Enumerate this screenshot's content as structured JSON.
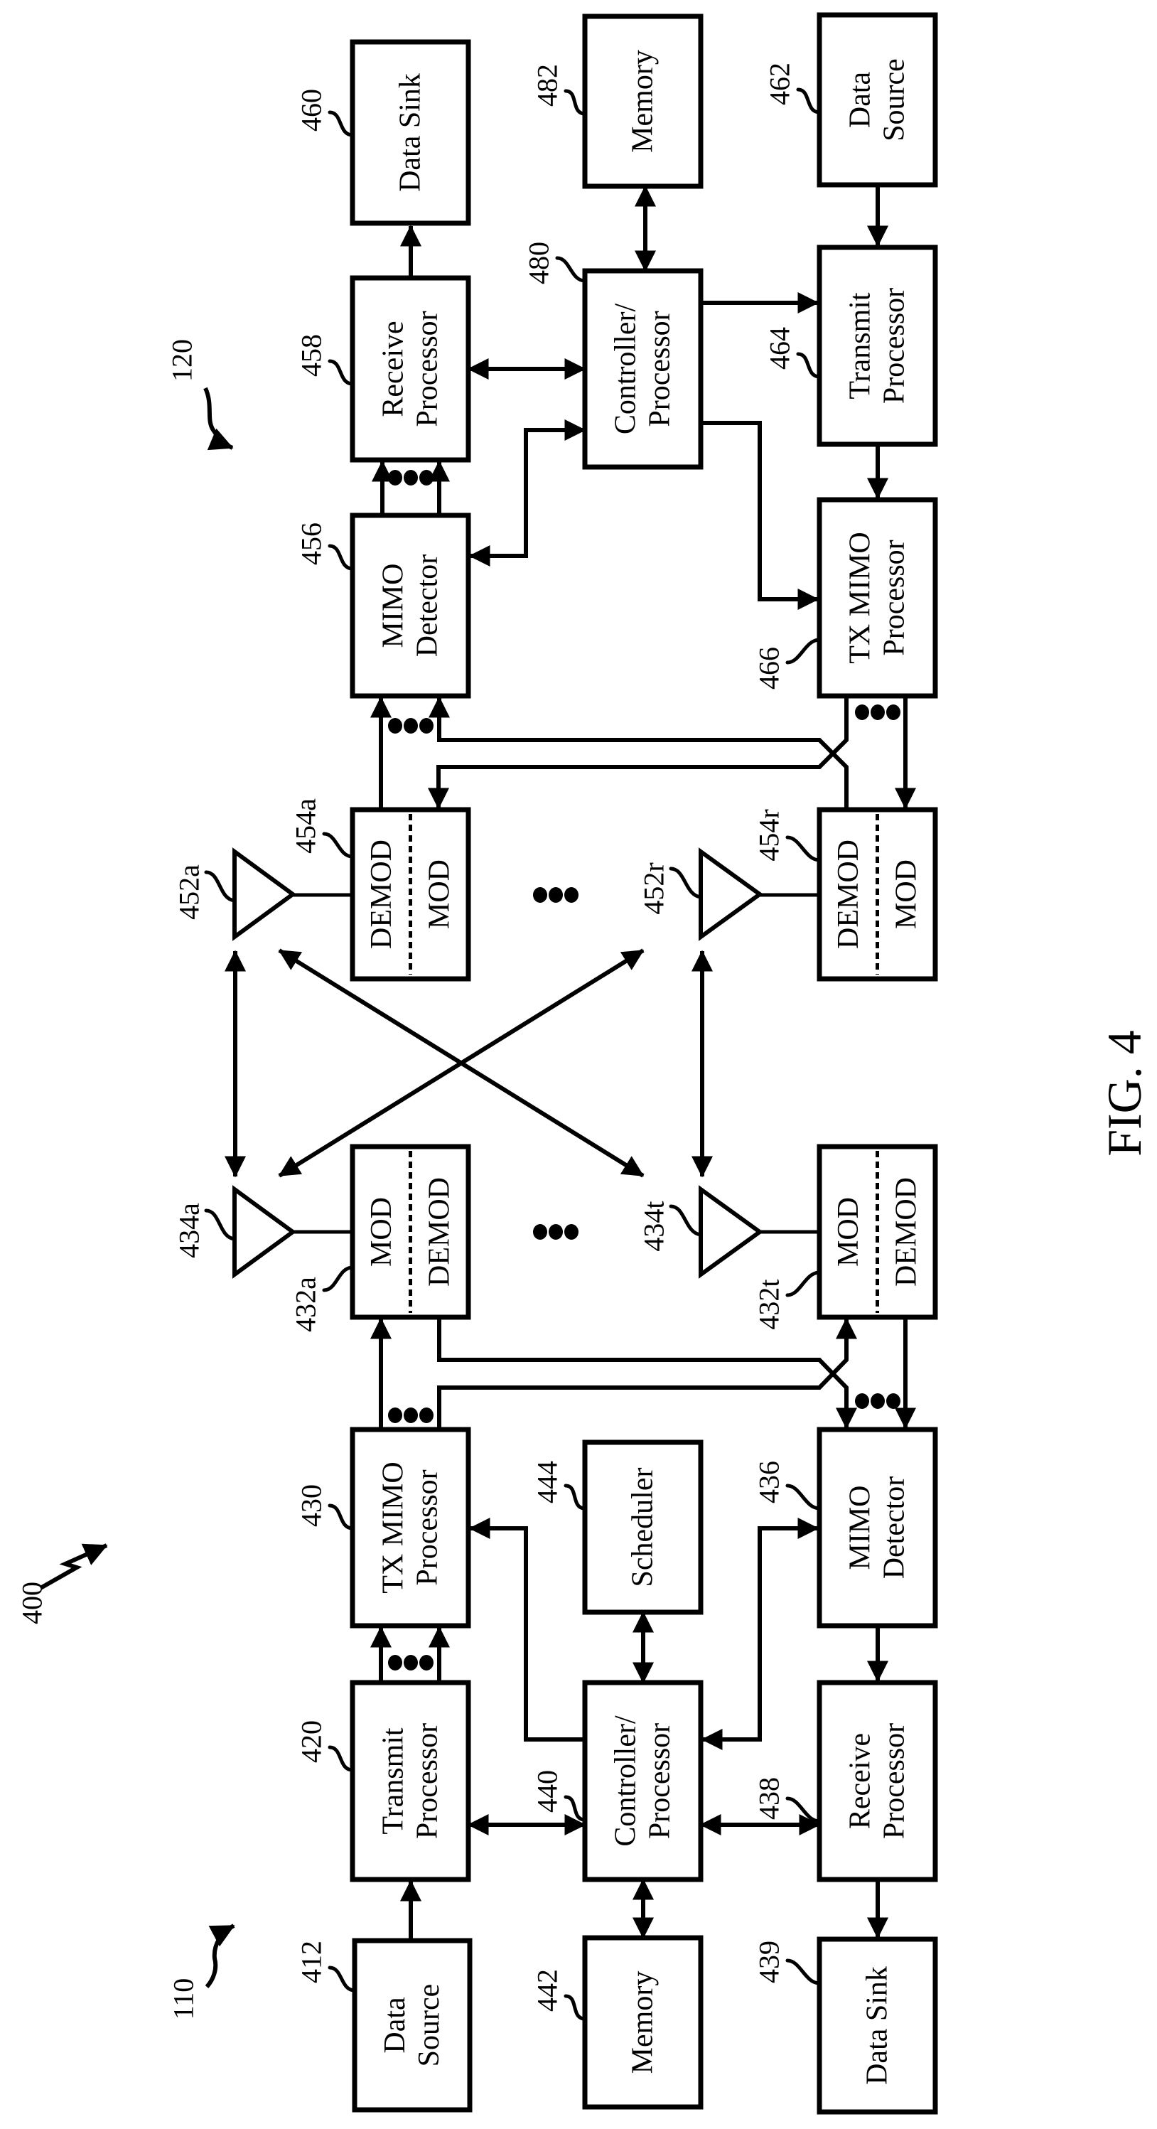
{
  "figure": {
    "title": "FIG. 4",
    "system_ref": "400",
    "station_refs": {
      "transmitter_side": "110",
      "receiver_side": "120"
    }
  },
  "blocks": {
    "data_sink_460": {
      "ref": "460",
      "lines": [
        "Data Sink"
      ]
    },
    "memory_482": {
      "ref": "482",
      "lines": [
        "Memory"
      ]
    },
    "data_source_462": {
      "ref": "462",
      "lines": [
        "Data",
        "Source"
      ]
    },
    "receive_proc_458": {
      "ref": "458",
      "lines": [
        "Receive",
        "Processor"
      ]
    },
    "controller_480": {
      "ref": "480",
      "lines": [
        "Controller/",
        "Processor"
      ]
    },
    "transmit_proc_464": {
      "ref": "464",
      "lines": [
        "Transmit",
        "Processor"
      ]
    },
    "mimo_det_456": {
      "ref": "456",
      "lines": [
        "MIMO",
        "Detector"
      ]
    },
    "tx_mimo_466": {
      "ref": "466",
      "lines": [
        "TX MIMO",
        "Processor"
      ]
    },
    "modem_454a": {
      "ref": "454a",
      "lines": [
        "DEMOD",
        "MOD"
      ]
    },
    "modem_454r": {
      "ref": "454r",
      "lines": [
        "DEMOD",
        "MOD"
      ]
    },
    "modem_432a": {
      "ref": "432a",
      "lines": [
        "MOD",
        "DEMOD"
      ]
    },
    "modem_432t": {
      "ref": "432t",
      "lines": [
        "MOD",
        "DEMOD"
      ]
    },
    "tx_mimo_430": {
      "ref": "430",
      "lines": [
        "TX MIMO",
        "Processor"
      ]
    },
    "scheduler_444": {
      "ref": "444",
      "lines": [
        "Scheduler"
      ]
    },
    "mimo_det_436": {
      "ref": "436",
      "lines": [
        "MIMO",
        "Detector"
      ]
    },
    "transmit_proc_420": {
      "ref": "420",
      "lines": [
        "Transmit",
        "Processor"
      ]
    },
    "controller_440": {
      "ref": "440",
      "lines": [
        "Controller/",
        "Processor"
      ]
    },
    "receive_proc_438": {
      "ref": "438",
      "lines": [
        "Receive",
        "Processor"
      ]
    },
    "data_source_412": {
      "ref": "412",
      "lines": [
        "Data",
        "Source"
      ]
    },
    "memory_442": {
      "ref": "442",
      "lines": [
        "Memory"
      ]
    },
    "data_sink_439": {
      "ref": "439",
      "lines": [
        "Data Sink"
      ]
    }
  },
  "antennas": {
    "antenna_452a": {
      "ref": "452a"
    },
    "antenna_452r": {
      "ref": "452r"
    },
    "antenna_434a": {
      "ref": "434a"
    },
    "antenna_434t": {
      "ref": "434t"
    }
  },
  "ellipsis": "•••"
}
